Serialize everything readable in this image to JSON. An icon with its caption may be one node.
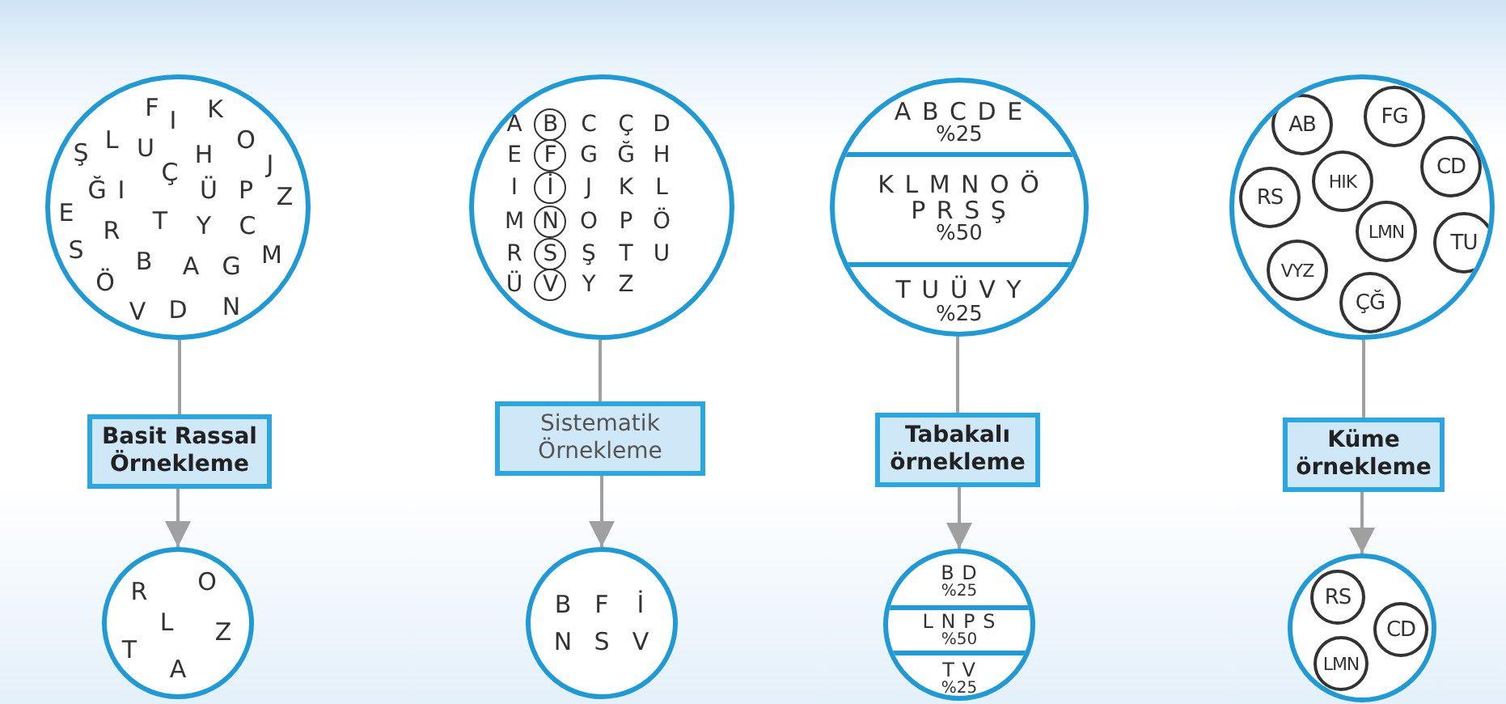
{
  "diagram": {
    "nodes": [
      {
        "text": [
          "F",
          "I",
          "K",
          "Ş",
          "L",
          "U",
          "H",
          "O",
          "J",
          "Ğ",
          "I",
          "Ç",
          "Ü",
          "P",
          "Z",
          "E",
          "R",
          "T",
          "Y",
          "C",
          "S",
          "B",
          "A",
          "G",
          "M",
          "Ö",
          "V",
          "D",
          "N"
        ]
      },
      {
        "text": [
          "A",
          "C",
          "Ç",
          "D",
          "E",
          "G",
          "Ğ",
          "H",
          "I",
          "J",
          "K",
          "L",
          "M",
          "O",
          "P",
          "Ö",
          "R",
          "Ş",
          "T",
          "U",
          "Ü",
          "Y",
          "Z"
        ]
      },
      {
        "text": [
          "B"
        ],
        "in": 1
      },
      {
        "text": [
          "F"
        ],
        "in": 1
      },
      {
        "text": [
          "İ"
        ],
        "in": 1
      },
      {
        "text": [
          "N"
        ],
        "in": 1
      },
      {
        "text": [
          "S"
        ],
        "in": 1
      },
      {
        "text": [
          "V"
        ],
        "in": 1
      },
      {
        "text": [],
        "shape": "circle"
      },
      {
        "text": [
          "A B C D E",
          "%25"
        ],
        "in": 8
      },
      {
        "text": [
          "K L M N O Ö P R S Ş",
          "%50"
        ],
        "in": 8
      },
      {
        "text": [
          "T U Ü V Y",
          "%25"
        ],
        "in": 8
      },
      {
        "text": [],
        "shape": "circle"
      },
      {
        "text": [
          "AB"
        ],
        "in": 12
      },
      {
        "text": [
          "FG"
        ],
        "in": 12
      },
      {
        "text": [
          "HIK"
        ],
        "in": 12
      },
      {
        "text": [
          "CD"
        ],
        "in": 12
      },
      {
        "text": [
          "RS"
        ],
        "in": 12
      },
      {
        "text": [
          "LMN"
        ],
        "in": 12
      },
      {
        "text": [
          "TU"
        ],
        "in": 12
      },
      {
        "text": [
          "VYZ"
        ],
        "in": 12
      },
      {
        "text": [
          "ÇĞ"
        ],
        "in": 12
      },
      {
        "text": [
          "Basit Rassal Örnekleme"
        ]
      },
      {
        "text": [
          "Sistematik Örnekleme"
        ]
      },
      {
        "text": [
          "Tabakalı örnekleme"
        ]
      },
      {
        "text": [
          "Küme örnekleme"
        ]
      },
      {
        "text": [
          "R",
          "O",
          "L",
          "Z",
          "T",
          "A"
        ]
      },
      {
        "text": [
          "B",
          "F",
          "İ",
          "N",
          "S",
          "V"
        ]
      },
      {
        "text": [],
        "shape": "circle"
      },
      {
        "text": [
          "B D",
          "%25"
        ],
        "in": 28
      },
      {
        "text": [
          "L N P S",
          "%50"
        ],
        "in": 28
      },
      {
        "text": [
          "T V",
          "%25"
        ],
        "in": 28
      },
      {
        "text": [],
        "shape": "circle"
      },
      {
        "text": [
          "RS"
        ],
        "in": 32
      },
      {
        "text": [
          "CD"
        ],
        "in": 32
      },
      {
        "text": [
          "LMN"
        ],
        "in": 32
      }
    ],
    "edges": [
      {
        "from": 0,
        "to": 22,
        "arrow": "none"
      },
      {
        "from": 22,
        "to": 26,
        "arrow": "to"
      },
      {
        "from": 1,
        "to": 23,
        "arrow": "none"
      },
      {
        "from": 23,
        "to": 27,
        "arrow": "to"
      },
      {
        "from": 8,
        "to": 24,
        "arrow": "none"
      },
      {
        "from": 24,
        "to": 28,
        "arrow": "to"
      },
      {
        "from": 12,
        "to": 25,
        "arrow": "none"
      },
      {
        "from": 25,
        "to": 32,
        "arrow": "to"
      }
    ]
  }
}
